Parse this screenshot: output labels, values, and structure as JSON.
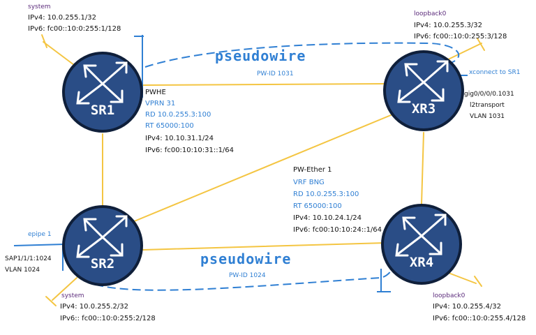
{
  "routers": {
    "sr1": {
      "label": "SR1",
      "name": "system",
      "ipv4": "IPv4: 10.0.255.1/32",
      "ipv6": "IPv6: fc00::10:0:255:1/128"
    },
    "sr2": {
      "label": "SR2",
      "name": "system",
      "ipv4": "IPv4: 10.0.255.2/32",
      "ipv6": "IPv6:: fc00::10:0:255:2/128",
      "sap": "SAP1/1/1:1024",
      "vlan": "VLAN 1024",
      "epipe": "epipe 1"
    },
    "xr3": {
      "label": "XR3",
      "name": "loopback0",
      "ipv4": "IPv4: 10.0.255.3/32",
      "ipv6": "IPv6: fc00::10:0:255:3/128",
      "xconnect": "xconnect to SR1",
      "iface": "gig0/0/0/0.1031",
      "l2": "l2transport",
      "vlan": "VLAN 1031"
    },
    "xr4": {
      "label": "XR4",
      "name": "loopback0",
      "ipv4": "IPv4: 10.0.255.4/32",
      "ipv6": "IPv6: fc00::10:0:255.4/128"
    }
  },
  "pwhe": {
    "title": "PWHE",
    "vprn": "VPRN 31",
    "rd": "RD 10.0.255.3:100",
    "rt": "RT 65000:100",
    "ipv4": "IPv4: 10.10.31.1/24",
    "ipv6": "IPv6: fc00:10:10:31::1/64"
  },
  "pw_ether": {
    "title": "PW-Ether 1",
    "vrf": "VRF BNG",
    "rd": "RD 10.0.255.3:100",
    "rt": "RT 65000:100",
    "ipv4": "IPv4: 10.10.24.1/24",
    "ipv6": "IPv6: fc00:10:10:24::1/64"
  },
  "pseudowires": {
    "top": {
      "label": "pseudowire",
      "id": "PW-ID 1031"
    },
    "bottom": {
      "label": "pseudowire",
      "id": "PW-ID 1024"
    }
  },
  "colors": {
    "router_fill": "#2a4d86",
    "router_stroke": "#0f1f3a",
    "link": "#f4c542",
    "pw": "#2f7fd3",
    "label_purple": "#5a2a7a"
  }
}
